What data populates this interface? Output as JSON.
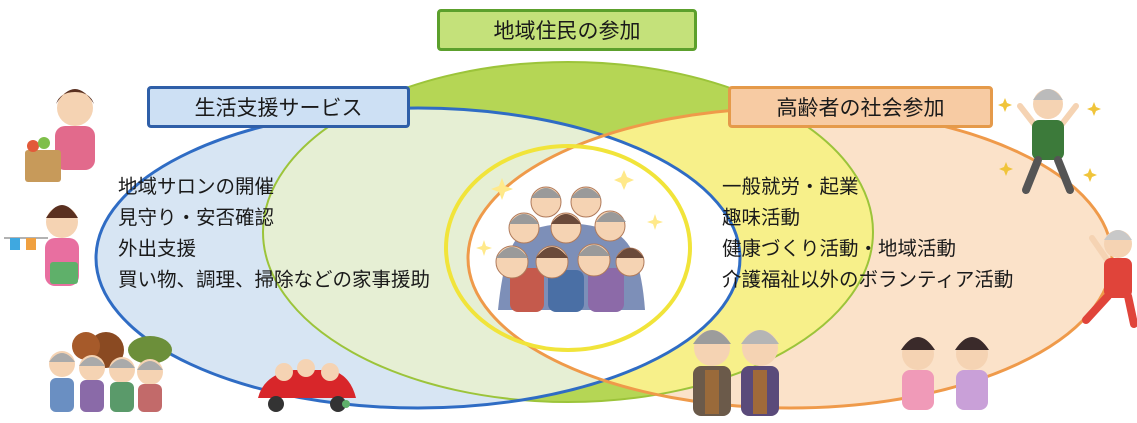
{
  "diagram": {
    "title": "地域住民の参加",
    "left_circle": {
      "label": "生活支援サービス",
      "items": [
        "地域サロンの開催",
        "見守り・安否確認",
        "外出支援",
        "買い物、調理、掃除などの家事援助"
      ]
    },
    "right_circle": {
      "label": "高齢者の社会参加",
      "items": [
        "一般就労・起業",
        "趣味活動",
        "健康づくり活動・地域活動",
        "介護福祉以外のボランティア活動"
      ]
    },
    "colors": {
      "top_circle": "#a6cc3c",
      "left_circle": "#5b8fd6",
      "right_circle": "#f2b070",
      "center": "#f6f27a"
    },
    "illustrations": [
      "woman-shopping-illustration",
      "woman-laundry-illustration",
      "elderly-tea-group-illustration",
      "elderly-car-illustration",
      "cheering-crowd-illustration",
      "jumping-elderly-man-illustration",
      "elderly-exercise-illustration",
      "elderly-couple-illustration",
      "women-talking-illustration"
    ]
  }
}
